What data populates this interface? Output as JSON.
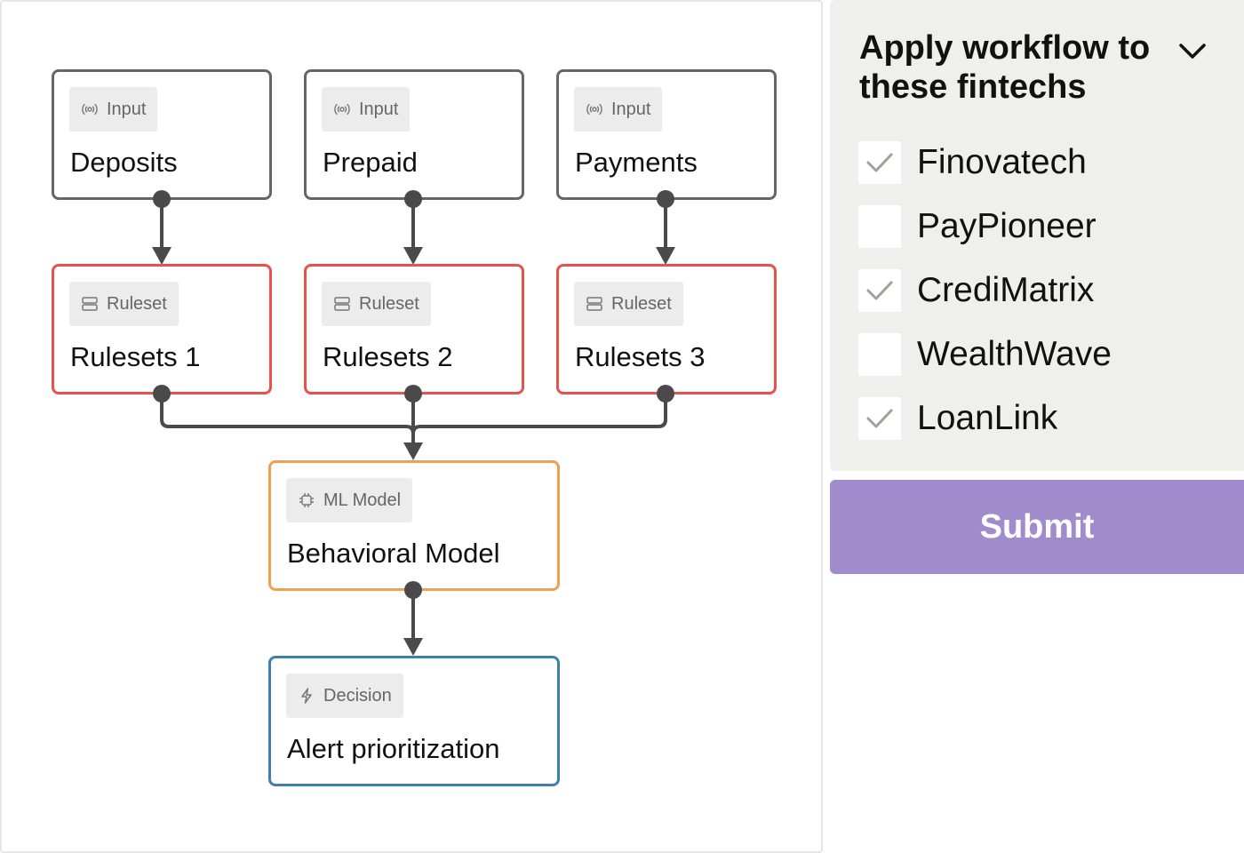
{
  "workflow": {
    "nodes": {
      "deposits": {
        "type_label": "Input",
        "title": "Deposits"
      },
      "prepaid": {
        "type_label": "Input",
        "title": "Prepaid"
      },
      "payments": {
        "type_label": "Input",
        "title": "Payments"
      },
      "rulesets1": {
        "type_label": "Ruleset",
        "title": "Rulesets 1"
      },
      "rulesets2": {
        "type_label": "Ruleset",
        "title": "Rulesets 2"
      },
      "rulesets3": {
        "type_label": "Ruleset",
        "title": "Rulesets 3"
      },
      "behavioral": {
        "type_label": "ML Model",
        "title": "Behavioral Model"
      },
      "alert": {
        "type_label": "Decision",
        "title": "Alert prioritization"
      }
    },
    "icons": {
      "input": "broadcast-icon",
      "ruleset": "server-icon",
      "ml": "cpu-chip-icon",
      "decision": "lightning-icon"
    },
    "colors": {
      "input": "#666666",
      "ruleset": "#e5534b",
      "ml": "#f0a050",
      "decision": "#3f7fb0",
      "connector": "#4a4a4a"
    }
  },
  "panel": {
    "title": "Apply workflow to these fintechs",
    "collapse_icon": "chevron-down-icon",
    "fintechs": [
      {
        "name": "Finovatech",
        "checked": true
      },
      {
        "name": "PayPioneer",
        "checked": false
      },
      {
        "name": "CrediMatrix",
        "checked": true
      },
      {
        "name": "WealthWave",
        "checked": false
      },
      {
        "name": "LoanLink",
        "checked": true
      }
    ]
  },
  "submit": {
    "label": "Submit",
    "color": "#a08ccc"
  }
}
